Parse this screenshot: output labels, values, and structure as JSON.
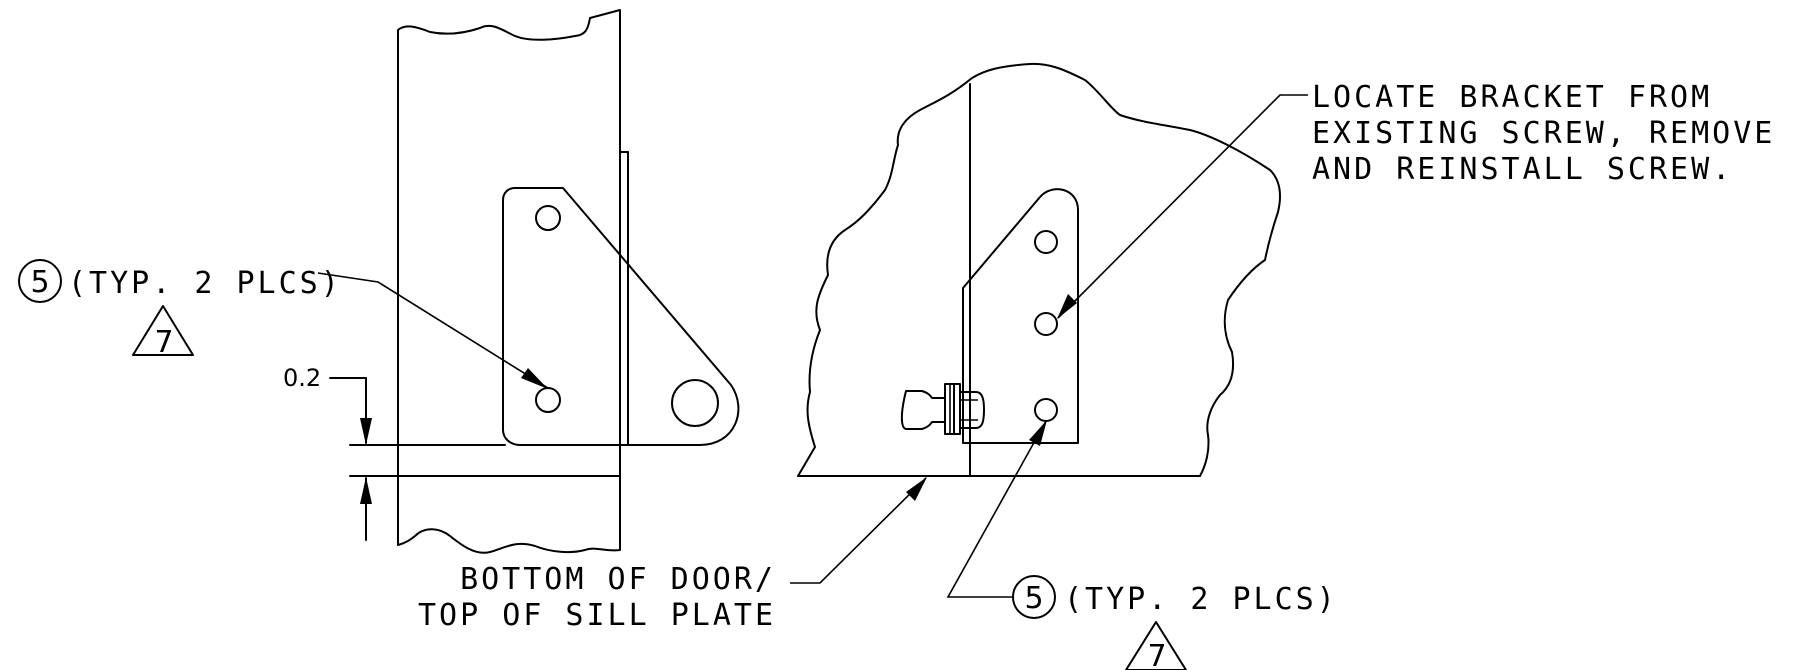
{
  "left_view": {
    "callout": {
      "number": "5",
      "text": "(TYP. 2 PLCS)",
      "flag": "7"
    },
    "dimension": "0.2"
  },
  "right_view": {
    "callout": {
      "number": "5",
      "text": "(TYP. 2 PLCS)",
      "flag": "7"
    },
    "note_lines": [
      "LOCATE BRACKET FROM",
      "EXISTING SCREW, REMOVE",
      "AND REINSTALL SCREW."
    ]
  },
  "bottom_note_lines": [
    "BOTTOM OF DOOR/",
    "TOP OF SILL PLATE"
  ]
}
